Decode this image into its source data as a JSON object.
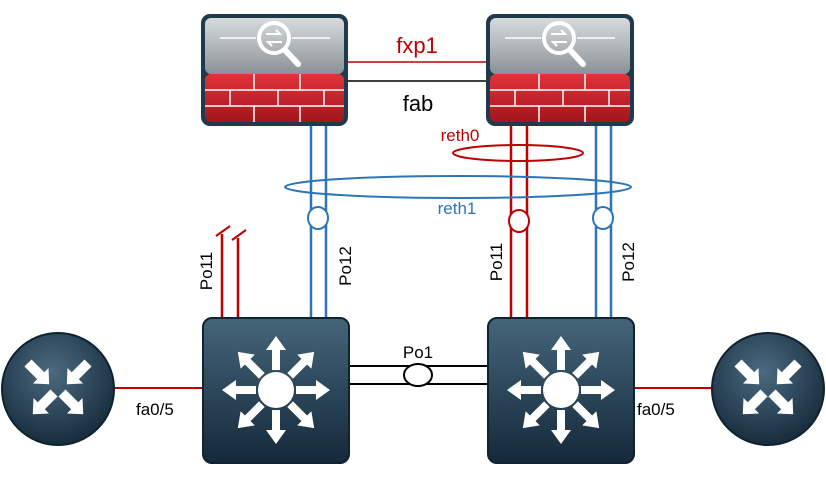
{
  "labels": {
    "fxp1": "fxp1",
    "fab": "fab",
    "reth0": "reth0",
    "reth1": "reth1",
    "po11_left": "Po11",
    "po12_left": "Po12",
    "po11_right": "Po11",
    "po12_right": "Po12",
    "po1": "Po1",
    "fa05_left": "fa0/5",
    "fa05_right": "fa0/5"
  },
  "colors": {
    "red_link": "#c00000",
    "blue_link": "#2e75b6",
    "black_link": "#000000",
    "firewall_red": "#c8232c",
    "firewall_top": "#9aa1a6",
    "device_dark": "#1f3a4d"
  },
  "icons": {
    "firewall": "firewall-icon",
    "switch": "layer3-switch-icon",
    "router": "router-icon"
  }
}
